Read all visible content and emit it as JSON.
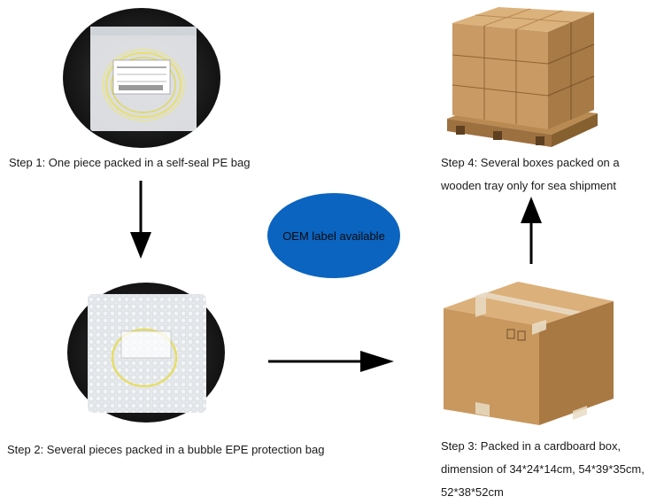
{
  "steps": {
    "step1": {
      "caption": "Step 1: One piece packed in a self-seal PE bag"
    },
    "step2": {
      "caption": "Step 2: Several pieces packed in a bubble EPE protection bag"
    },
    "step3": {
      "caption_lines": [
        "Step 3: Packed in a cardboard box,",
        "dimension of 34*24*14cm, 54*39*35cm,",
        "52*38*52cm"
      ]
    },
    "step4": {
      "caption_lines": [
        "Step 4: Several boxes packed on a",
        "wooden tray only for sea shipment"
      ]
    }
  },
  "oem_badge": {
    "label": "OEM label available",
    "color": "#0b64c0"
  },
  "icons": {
    "bag_image": "pe-bag-photo",
    "bubble_bag_image": "bubble-bag-photo",
    "box_image": "cardboard-box-photo",
    "pallet_image": "pallet-boxes-photo"
  }
}
